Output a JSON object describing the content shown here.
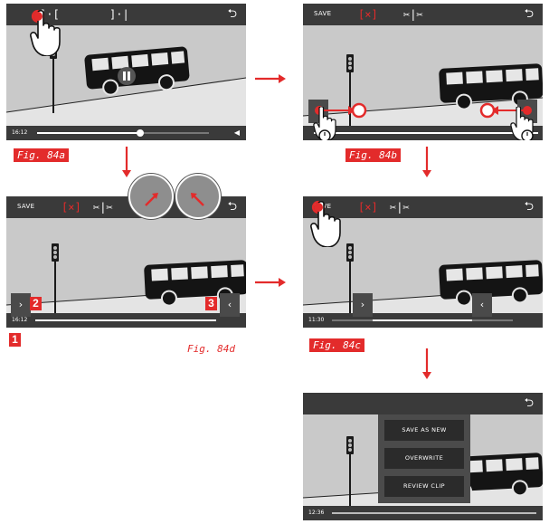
{
  "colors": {
    "accent_red": "#e32b2b",
    "bar_dark": "#3a3a3a",
    "screen_gray": "#c9c9c9"
  },
  "toolbar": {
    "save_label": "SAVE",
    "back_icon": "back-arrow-icon",
    "trim_start_icon": "trim-start-icon",
    "trim_end_icon": "trim-end-icon",
    "trim_both_icon": "trim-both-icon"
  },
  "panels": {
    "p84a": {
      "fig_label": "Fig. 84a",
      "time": "16:12"
    },
    "p84b": {
      "fig_label": "Fig. 84b"
    },
    "p84d": {
      "fig_label": "Fig. 84d",
      "time": "16:12",
      "callouts": [
        "1",
        "2",
        "3"
      ]
    },
    "p84c": {
      "fig_label": "Fig. 84c",
      "time": "11:30"
    },
    "p_final": {
      "time": "12:36"
    }
  },
  "dialog": {
    "save_as_new_label": "SAVE AS NEW",
    "overwrite_label": "OVERWRITE",
    "review_clip_label": "REVIEW CLIP"
  }
}
